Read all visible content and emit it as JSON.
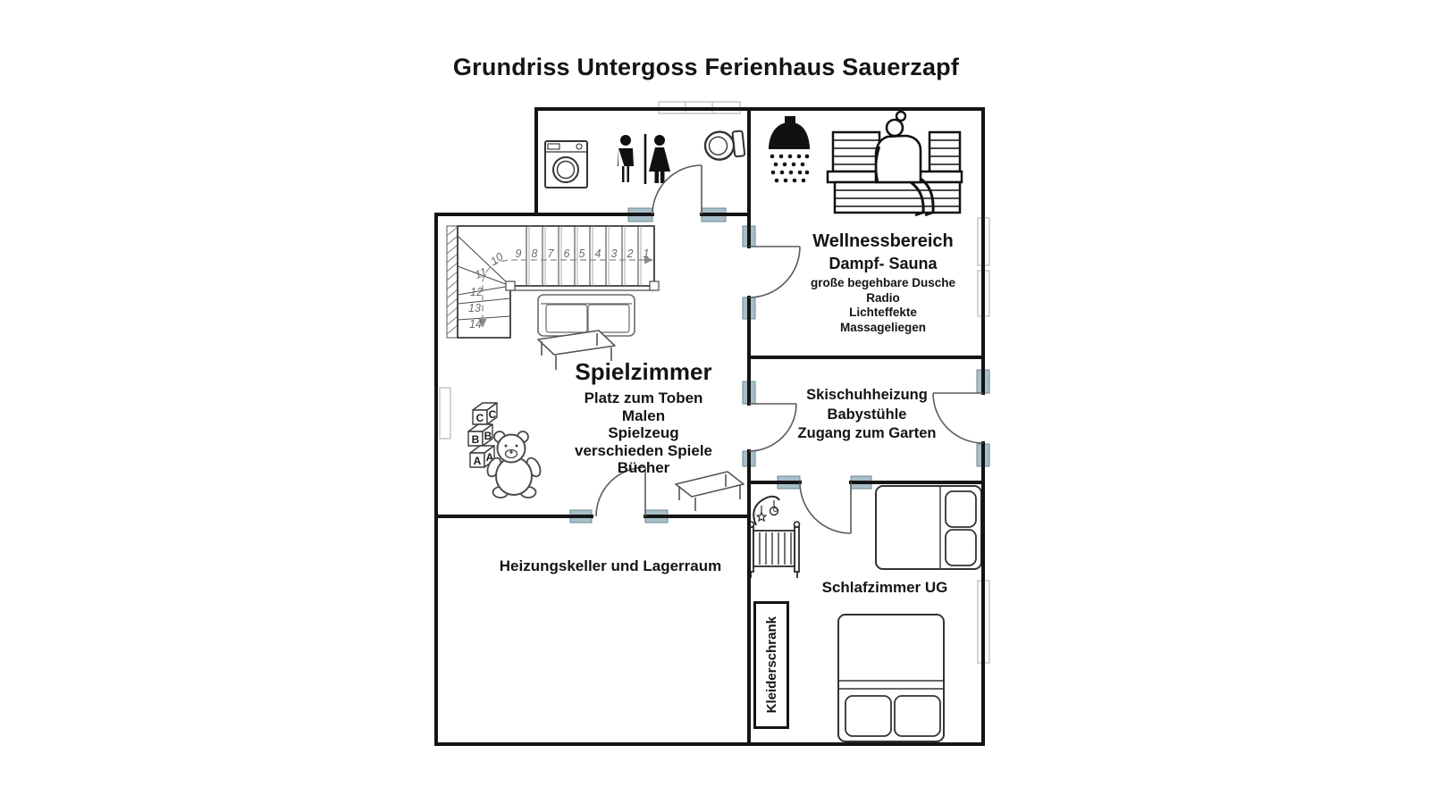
{
  "title": "Grundriss Untergoss Ferienhaus Sauerzapf",
  "rooms": {
    "wellness": {
      "name": "Wellnessbereich",
      "subtitle": "Dampf- Sauna",
      "features": [
        "große begehbare Dusche",
        "Radio",
        "Lichteffekte",
        "Massageliegen"
      ]
    },
    "ski_room": {
      "lines": [
        "Skischuhheizung",
        "Babystühle",
        "Zugang zum Garten"
      ]
    },
    "playroom": {
      "name": "Spielzimmer",
      "features": [
        "Platz zum Toben",
        "Malen",
        "Spielzeug",
        "verschieden Spiele",
        "Bücher"
      ]
    },
    "boiler_room": {
      "name": "Heizungskeller und Lagerraum"
    },
    "bedroom": {
      "name": "Schlafzimmer UG",
      "wardrobe_label": "Kleiderschrank"
    }
  },
  "stairs": {
    "straight_steps": [
      "9",
      "8",
      "7",
      "6",
      "5",
      "4",
      "3",
      "2",
      "1"
    ],
    "winder_steps": [
      "10",
      "11",
      "12",
      "13",
      "14"
    ]
  },
  "toy_blocks": {
    "letters": [
      "C",
      "B",
      "A"
    ]
  },
  "icons": [
    "washing-machine-icon",
    "wc-sign-icon",
    "toilet-icon",
    "shower-icon",
    "sauna-icon",
    "stairs-icon",
    "sofa-icon",
    "coffee-table-icon",
    "teddy-bear-icon",
    "toy-blocks-icon",
    "play-table-icon",
    "crib-icon",
    "double-bed-icon",
    "window-icon",
    "door-icon"
  ],
  "colors": {
    "wall": "#141414",
    "door_threshold": "#a8bfc9",
    "text": "#141414"
  }
}
